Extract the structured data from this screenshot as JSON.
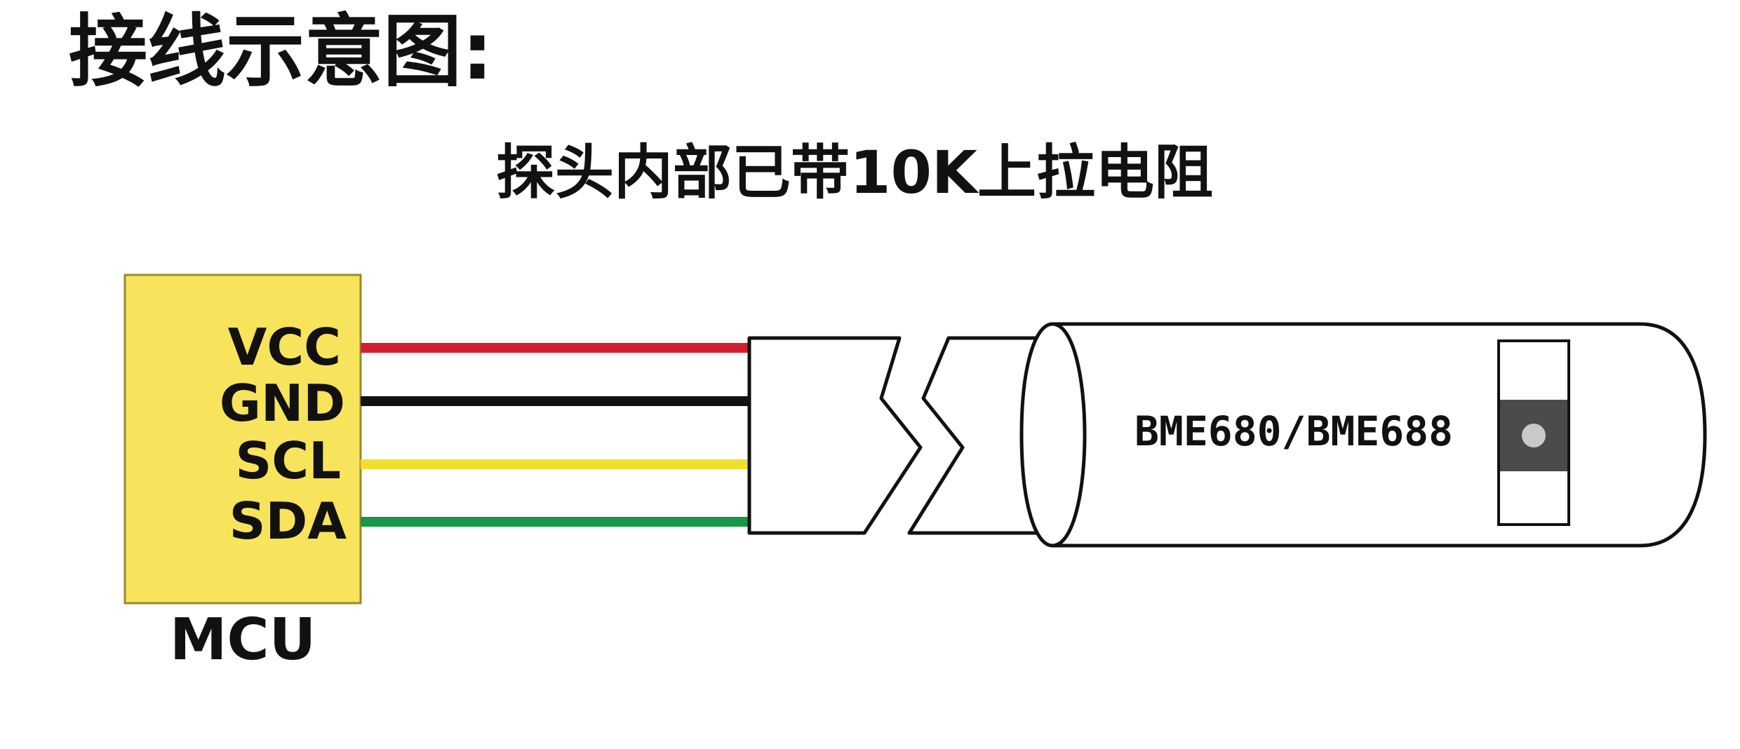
{
  "title": "接线示意图:",
  "subtitle": "探头内部已带10K上拉电阻",
  "mcu": {
    "label": "MCU",
    "fill_color": "#F8E35C",
    "pins": [
      {
        "label": "VCC",
        "wire_color": "#D32030"
      },
      {
        "label": "GND",
        "wire_color": "#111111"
      },
      {
        "label": "SCL",
        "wire_color": "#F2DE2E"
      },
      {
        "label": "SDA",
        "wire_color": "#169848"
      }
    ]
  },
  "probe": {
    "chip_label": "BME680/BME688",
    "sensor_window_color": "#4B4B4B",
    "sensor_dot_color": "#C9C9C9"
  }
}
